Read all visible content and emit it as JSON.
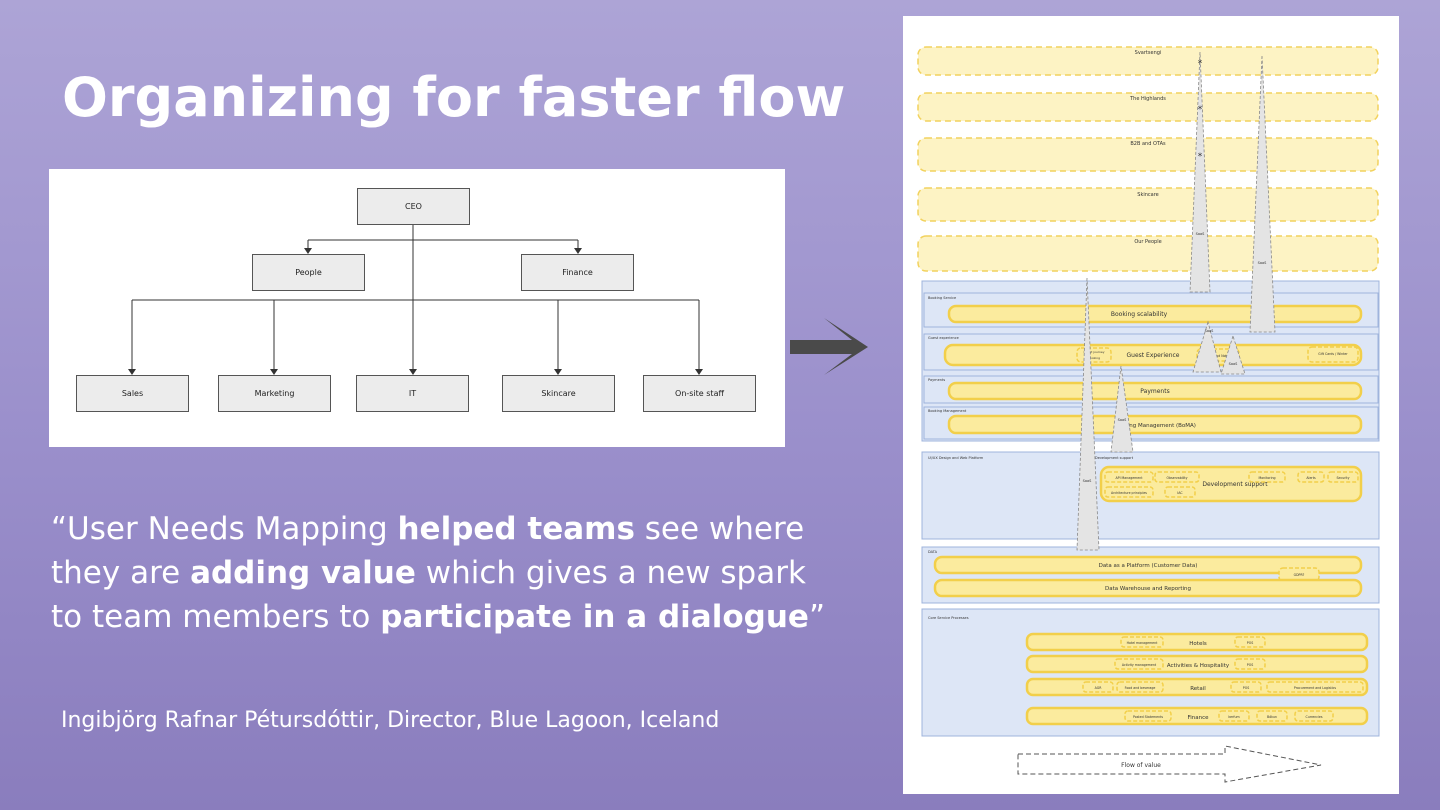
{
  "title": "Organizing for faster flow",
  "org_chart": {
    "ceo": "CEO",
    "level1": [
      "People",
      "Finance"
    ],
    "level2": [
      "Sales",
      "Marketing",
      "IT",
      "Skincare",
      "On-site staff"
    ]
  },
  "quote": {
    "open": "“User Needs Mapping ",
    "b1": "helped teams",
    "t2": " see where they are ",
    "b2": "adding value",
    "t3": " which gives a new spark to team members to ",
    "b3": "participate in a dialogue",
    "close": "”"
  },
  "attribution": "Ingibjörg Rafnar Pétursdóttir, Director, Blue Lagoon, Iceland",
  "arrow_icon": "right-arrow-icon",
  "map": {
    "user_lanes": [
      "Svartsengi",
      "The Highlands",
      "B2B and OTAs",
      "Skincare",
      "Our People"
    ],
    "sections": {
      "booking_service": "Booking Service",
      "booking_scalability": "Booking scalability",
      "guest_experience_small": "Guest experience",
      "guest_experience": "Guest Experience",
      "guest_journey": "Guest journey",
      "booking": "Booking",
      "email_notif": "Email and Notif...",
      "gift_cards": "Gift Cards / Winter",
      "payments_small": "Payments",
      "payments": "Payments",
      "boma_small": "Booking Management",
      "boma": "Booking Management (BoMA)",
      "ux_platform": "UI/UX Design and Web Platform",
      "dev_support_small": "Development support",
      "dev_support": "Development support",
      "api_management": "API Management",
      "observability": "Observability",
      "monitoring": "Monitoring",
      "alerts": "Alerts",
      "security": "Security",
      "arch_principles": "Architecture principles",
      "iac": "IAC",
      "data_small": "DATA",
      "data_platform": "Data as a Platform (Customer Data)",
      "gdpr": "GDPR?",
      "data_warehouse": "Data Warehouse and Reporting",
      "core_small": "Core Service Processes",
      "hotel_mgmt": "Hotel management",
      "hotels": "Hotels",
      "pos1": "POS",
      "activity_mgmt": "Activity management",
      "activities": "Activities & Hospitality",
      "pos2": "POS",
      "agr": "AGR",
      "food": "Food and beverage",
      "retail": "Retail",
      "pos3": "POS",
      "procurement": "Procurement and Logistics",
      "posted": "Posted Statements",
      "finance": "Finance",
      "kerfi": "kerfum",
      "bokun": "Bókun",
      "currencies": "Currencies"
    },
    "saas": "SaaS",
    "flow_of_value": "Flow of value"
  }
}
